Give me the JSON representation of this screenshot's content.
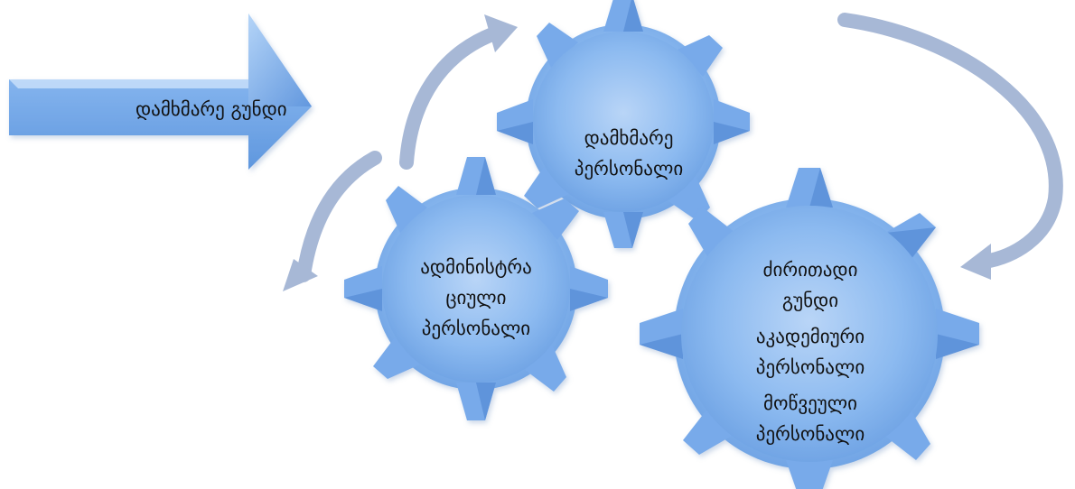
{
  "diagram": {
    "arrow": {
      "label": "დამხმარე გუნდი"
    },
    "gear_top": {
      "line1": "დამხმარე",
      "line2": "პერსონალი"
    },
    "gear_left": {
      "line1": "ადმინისტრა",
      "line2": "ციული",
      "line3": "პერსონალი"
    },
    "gear_right": {
      "title_line1": "ძირითადი",
      "title_line2": "გუნდი",
      "item1_line1": "აკადემიური",
      "item1_line2": "პერსონალი",
      "item2_line1": "მოწვეული",
      "item2_line2": "პერსონალი"
    },
    "colors": {
      "shape_fill": "#7fb0ec",
      "shape_light": "#cfe3fb",
      "shape_dark": "#4f86d0",
      "cycle_arrow": "#a7b8d6"
    }
  }
}
